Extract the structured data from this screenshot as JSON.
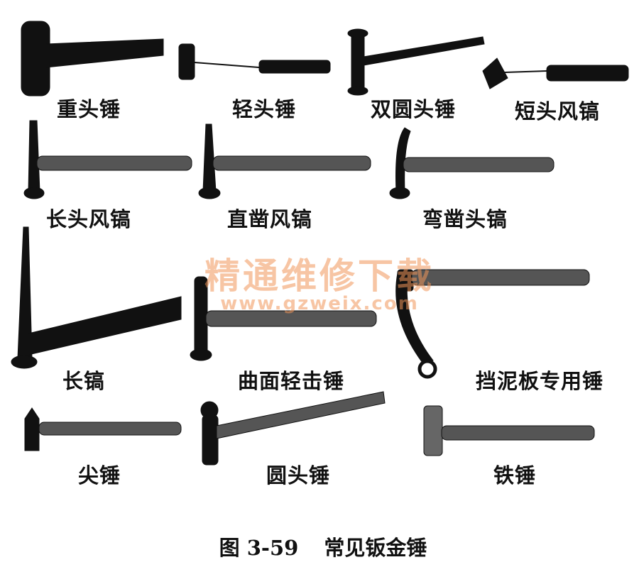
{
  "figure": {
    "hammers": [
      {
        "label": "重头锤"
      },
      {
        "label": "轻头锤"
      },
      {
        "label": "双圆头锤"
      },
      {
        "label": "短头风镐"
      },
      {
        "label": "长头风镐"
      },
      {
        "label": "直凿风镐"
      },
      {
        "label": "弯凿头镐"
      },
      {
        "label": "长镐"
      },
      {
        "label": "曲面轻击锤"
      },
      {
        "label": "挡泥板专用锤"
      },
      {
        "label": "尖锤"
      },
      {
        "label": "圆头锤"
      },
      {
        "label": "铁锤"
      }
    ],
    "caption_number": "图 3-59",
    "caption_title": "常见钣金锤"
  },
  "watermark": {
    "title": "精通维修下载",
    "url": "www.gzweix.com"
  }
}
